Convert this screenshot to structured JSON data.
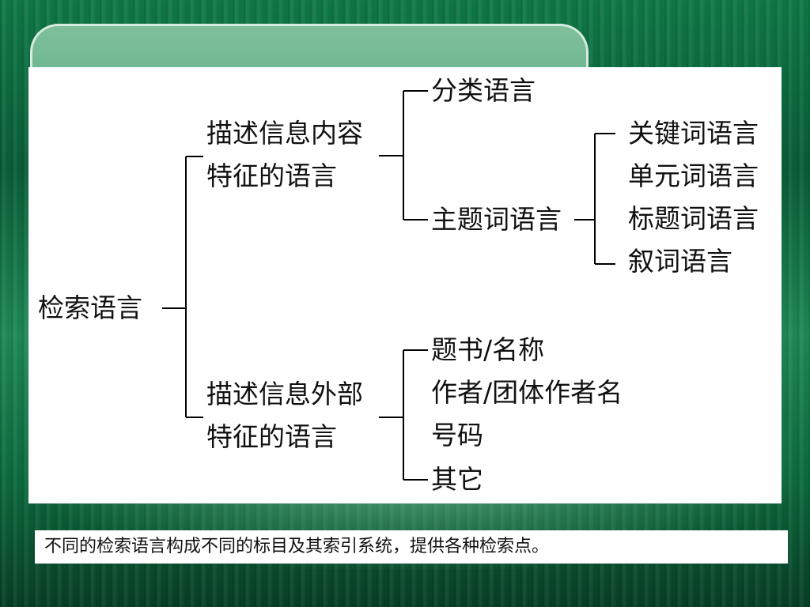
{
  "diagram": {
    "root": "检索语言",
    "content_branch": {
      "line1": "描述信息内容",
      "line2": "特征的语言",
      "children": {
        "classification": "分类语言",
        "subject": "主题词语言",
        "subject_children": [
          "关键词语言",
          "单元词语言",
          "标题词语言",
          "叙词语言"
        ]
      }
    },
    "external_branch": {
      "line1": "描述信息外部",
      "line2": "特征的语言",
      "children": [
        "题书/名称",
        "作者/团体作者名",
        "号码",
        "其它"
      ]
    }
  },
  "caption": "不同的检索语言构成不同的标目及其索引系统，提供各种检索点。",
  "colors": {
    "background": "#0a5e38",
    "slide": "#ffffff",
    "text": "#111111",
    "line": "#000000"
  }
}
